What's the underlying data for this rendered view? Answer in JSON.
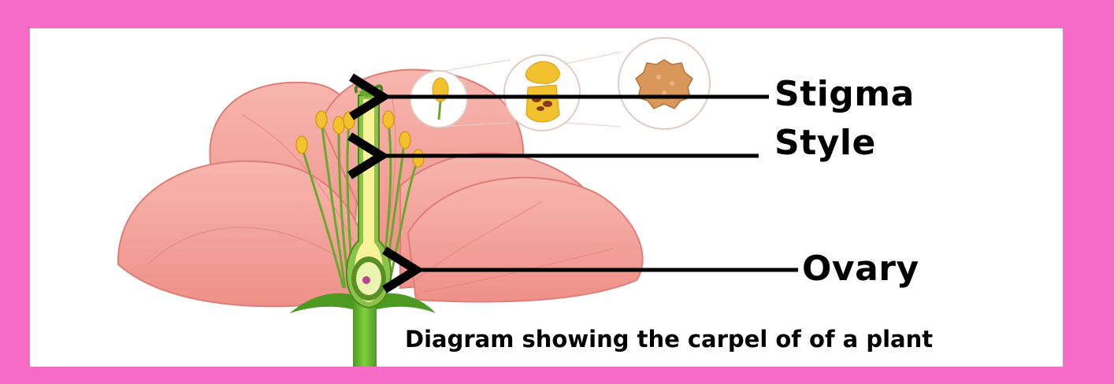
{
  "labels": {
    "stigma": "Stigma",
    "style": "Style",
    "ovary": "Ovary"
  },
  "caption": "Diagram showing the carpel of of a plant",
  "colors": {
    "border": "#f56bc5",
    "background": "#ffffff",
    "petal": "#f4a9a3",
    "stem": "#5aaa2a",
    "anther": "#f2c12e",
    "arrow": "#000000"
  }
}
